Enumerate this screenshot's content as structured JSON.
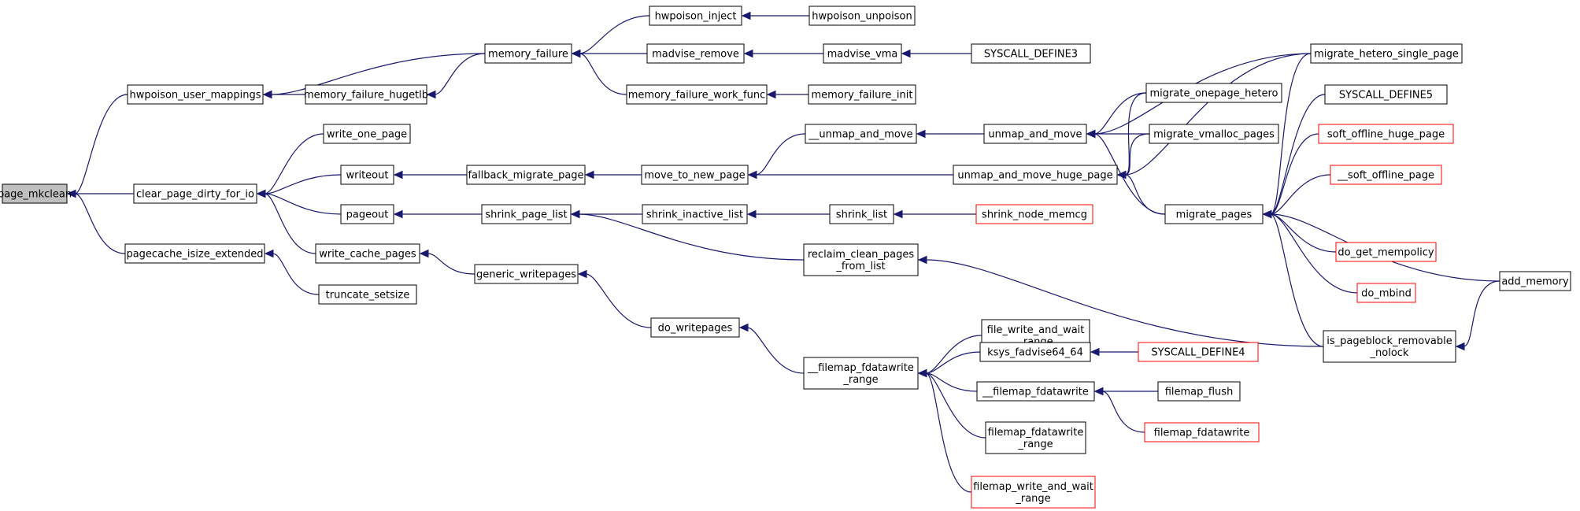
{
  "graph": {
    "nodes": [
      {
        "id": "page_mkclean",
        "lines": [
          "page_mkclean"
        ],
        "highlight": true
      },
      {
        "id": "hwpoison_user_mappings",
        "lines": [
          "hwpoison_user_mappings"
        ]
      },
      {
        "id": "clear_page_dirty_for_io",
        "lines": [
          "clear_page_dirty_for_io"
        ]
      },
      {
        "id": "pagecache_isize_extended",
        "lines": [
          "pagecache_isize_extended"
        ]
      },
      {
        "id": "memory_failure_hugetlb",
        "lines": [
          "memory_failure_hugetlb"
        ]
      },
      {
        "id": "memory_failure",
        "lines": [
          "memory_failure"
        ]
      },
      {
        "id": "write_one_page",
        "lines": [
          "write_one_page"
        ]
      },
      {
        "id": "writeout",
        "lines": [
          "writeout"
        ]
      },
      {
        "id": "pageout",
        "lines": [
          "pageout"
        ]
      },
      {
        "id": "write_cache_pages",
        "lines": [
          "write_cache_pages"
        ]
      },
      {
        "id": "truncate_setsize",
        "lines": [
          "truncate_setsize"
        ]
      },
      {
        "id": "hwpoison_inject",
        "lines": [
          "hwpoison_inject"
        ]
      },
      {
        "id": "madvise_remove",
        "lines": [
          "madvise_remove"
        ]
      },
      {
        "id": "memory_failure_work_func",
        "lines": [
          "memory_failure_work_func"
        ]
      },
      {
        "id": "fallback_migrate_page",
        "lines": [
          "fallback_migrate_page"
        ]
      },
      {
        "id": "shrink_page_list",
        "lines": [
          "shrink_page_list"
        ]
      },
      {
        "id": "generic_writepages",
        "lines": [
          "generic_writepages"
        ]
      },
      {
        "id": "do_writepages",
        "lines": [
          "do_writepages"
        ]
      },
      {
        "id": "hwpoison_unpoison",
        "lines": [
          "hwpoison_unpoison"
        ]
      },
      {
        "id": "madvise_vma",
        "lines": [
          "madvise_vma"
        ]
      },
      {
        "id": "memory_failure_init",
        "lines": [
          "memory_failure_init"
        ]
      },
      {
        "id": "__unmap_and_move",
        "lines": [
          "__unmap_and_move"
        ]
      },
      {
        "id": "move_to_new_page",
        "lines": [
          "move_to_new_page"
        ]
      },
      {
        "id": "shrink_inactive_list",
        "lines": [
          "shrink_inactive_list"
        ]
      },
      {
        "id": "reclaim_clean_pages_from_list",
        "lines": [
          "reclaim_clean_pages",
          "_from_list"
        ]
      },
      {
        "id": "__filemap_fdatawrite_range",
        "lines": [
          "__filemap_fdatawrite",
          "_range"
        ]
      },
      {
        "id": "SYSCALL_DEFINE3",
        "lines": [
          "SYSCALL_DEFINE3"
        ]
      },
      {
        "id": "unmap_and_move",
        "lines": [
          "unmap_and_move"
        ]
      },
      {
        "id": "unmap_and_move_huge_page",
        "lines": [
          "unmap_and_move_huge_page"
        ]
      },
      {
        "id": "shrink_list",
        "lines": [
          "shrink_list"
        ]
      },
      {
        "id": "file_write_and_wait_range",
        "lines": [
          "file_write_and_wait",
          "_range"
        ]
      },
      {
        "id": "ksys_fadvise64_64",
        "lines": [
          "ksys_fadvise64_64"
        ]
      },
      {
        "id": "__filemap_fdatawrite",
        "lines": [
          "__filemap_fdatawrite"
        ]
      },
      {
        "id": "filemap_fdatawrite_range",
        "lines": [
          "filemap_fdatawrite",
          "_range"
        ]
      },
      {
        "id": "filemap_write_and_wait_range",
        "lines": [
          "filemap_write_and_wait",
          "_range"
        ],
        "truncated": true
      },
      {
        "id": "shrink_node_memcg",
        "lines": [
          "shrink_node_memcg"
        ],
        "truncated": true
      },
      {
        "id": "SYSCALL_DEFINE4",
        "lines": [
          "SYSCALL_DEFINE4"
        ],
        "truncated": true
      },
      {
        "id": "filemap_flush",
        "lines": [
          "filemap_flush"
        ]
      },
      {
        "id": "filemap_fdatawrite",
        "lines": [
          "filemap_fdatawrite"
        ],
        "truncated": true
      },
      {
        "id": "migrate_onepage_hetero",
        "lines": [
          "migrate_onepage_hetero"
        ]
      },
      {
        "id": "migrate_vmalloc_pages",
        "lines": [
          "migrate_vmalloc_pages"
        ]
      },
      {
        "id": "migrate_pages",
        "lines": [
          "migrate_pages"
        ]
      },
      {
        "id": "migrate_hetero_single_page",
        "lines": [
          "migrate_hetero_single_page"
        ]
      },
      {
        "id": "SYSCALL_DEFINE5",
        "lines": [
          "SYSCALL_DEFINE5"
        ]
      },
      {
        "id": "soft_offline_huge_page",
        "lines": [
          "soft_offline_huge_page"
        ],
        "truncated": true
      },
      {
        "id": "__soft_offline_page",
        "lines": [
          "__soft_offline_page"
        ],
        "truncated": true
      },
      {
        "id": "do_get_mempolicy",
        "lines": [
          "do_get_mempolicy"
        ],
        "truncated": true
      },
      {
        "id": "do_mbind",
        "lines": [
          "do_mbind"
        ],
        "truncated": true
      },
      {
        "id": "is_pageblock_removable_nolock",
        "lines": [
          "is_pageblock_removable",
          "_nolock"
        ]
      },
      {
        "id": "add_memory",
        "lines": [
          "add_memory"
        ]
      }
    ],
    "edges": [
      [
        "page_mkclean",
        "hwpoison_user_mappings"
      ],
      [
        "page_mkclean",
        "clear_page_dirty_for_io"
      ],
      [
        "page_mkclean",
        "pagecache_isize_extended"
      ],
      [
        "hwpoison_user_mappings",
        "memory_failure_hugetlb"
      ],
      [
        "hwpoison_user_mappings",
        "memory_failure"
      ],
      [
        "memory_failure_hugetlb",
        "memory_failure"
      ],
      [
        "memory_failure",
        "hwpoison_inject"
      ],
      [
        "memory_failure",
        "madvise_remove"
      ],
      [
        "memory_failure",
        "memory_failure_work_func"
      ],
      [
        "hwpoison_inject",
        "hwpoison_unpoison"
      ],
      [
        "madvise_remove",
        "madvise_vma"
      ],
      [
        "madvise_vma",
        "SYSCALL_DEFINE3"
      ],
      [
        "memory_failure_work_func",
        "memory_failure_init"
      ],
      [
        "clear_page_dirty_for_io",
        "write_one_page"
      ],
      [
        "clear_page_dirty_for_io",
        "writeout"
      ],
      [
        "clear_page_dirty_for_io",
        "pageout"
      ],
      [
        "clear_page_dirty_for_io",
        "write_cache_pages"
      ],
      [
        "pagecache_isize_extended",
        "truncate_setsize"
      ],
      [
        "writeout",
        "fallback_migrate_page"
      ],
      [
        "fallback_migrate_page",
        "move_to_new_page"
      ],
      [
        "move_to_new_page",
        "__unmap_and_move"
      ],
      [
        "move_to_new_page",
        "unmap_and_move_huge_page"
      ],
      [
        "__unmap_and_move",
        "unmap_and_move"
      ],
      [
        "unmap_and_move",
        "migrate_hetero_single_page"
      ],
      [
        "unmap_and_move",
        "migrate_onepage_hetero"
      ],
      [
        "unmap_and_move",
        "migrate_vmalloc_pages"
      ],
      [
        "unmap_and_move",
        "migrate_pages"
      ],
      [
        "unmap_and_move_huge_page",
        "migrate_onepage_hetero"
      ],
      [
        "unmap_and_move_huge_page",
        "migrate_vmalloc_pages"
      ],
      [
        "unmap_and_move_huge_page",
        "migrate_hetero_single_page"
      ],
      [
        "unmap_and_move_huge_page",
        "migrate_pages"
      ],
      [
        "migrate_pages",
        "migrate_hetero_single_page"
      ],
      [
        "migrate_pages",
        "SYSCALL_DEFINE5"
      ],
      [
        "migrate_pages",
        "soft_offline_huge_page"
      ],
      [
        "migrate_pages",
        "__soft_offline_page"
      ],
      [
        "migrate_pages",
        "do_get_mempolicy"
      ],
      [
        "migrate_pages",
        "do_mbind"
      ],
      [
        "migrate_pages",
        "is_pageblock_removable_nolock"
      ],
      [
        "migrate_pages",
        "add_memory"
      ],
      [
        "is_pageblock_removable_nolock",
        "add_memory"
      ],
      [
        "pageout",
        "shrink_page_list"
      ],
      [
        "shrink_page_list",
        "shrink_inactive_list"
      ],
      [
        "shrink_page_list",
        "reclaim_clean_pages_from_list"
      ],
      [
        "shrink_inactive_list",
        "shrink_list"
      ],
      [
        "shrink_list",
        "shrink_node_memcg"
      ],
      [
        "reclaim_clean_pages_from_list",
        "is_pageblock_removable_nolock"
      ],
      [
        "write_cache_pages",
        "generic_writepages"
      ],
      [
        "generic_writepages",
        "do_writepages"
      ],
      [
        "do_writepages",
        "__filemap_fdatawrite_range"
      ],
      [
        "__filemap_fdatawrite_range",
        "file_write_and_wait_range"
      ],
      [
        "__filemap_fdatawrite_range",
        "ksys_fadvise64_64"
      ],
      [
        "__filemap_fdatawrite_range",
        "__filemap_fdatawrite"
      ],
      [
        "__filemap_fdatawrite_range",
        "filemap_fdatawrite_range"
      ],
      [
        "__filemap_fdatawrite_range",
        "filemap_write_and_wait_range"
      ],
      [
        "ksys_fadvise64_64",
        "SYSCALL_DEFINE4"
      ],
      [
        "__filemap_fdatawrite",
        "filemap_flush"
      ],
      [
        "__filemap_fdatawrite",
        "filemap_fdatawrite"
      ]
    ]
  },
  "colors": {
    "edge": "#191970",
    "node_border": "#000000",
    "truncated_border": "#ff0000",
    "highlight_fill": "#bfbfbf",
    "node_fill": "#ffffff",
    "text": "#000000"
  }
}
